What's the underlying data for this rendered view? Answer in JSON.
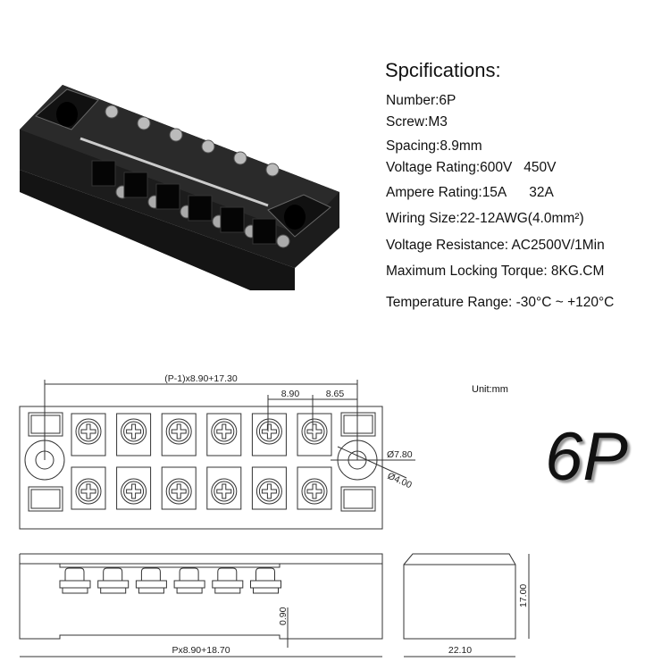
{
  "specifications": {
    "title": "Spcifications:",
    "items": [
      "Number:6P",
      "Screw:M3",
      "Spacing:8.9mm",
      "Voltage Rating:600V   450V",
      "Ampere Rating:15A      32A",
      "Wiring Size:22-12AWG(4.0mm²)",
      "Voltage Resistance: AC2500V/1Min",
      "Maximum Locking Torque: 8KG.CM",
      "Temperature Range: -30°C ~ +120°C"
    ]
  },
  "drawing": {
    "unit": "Unit:mm",
    "model_label": "6P",
    "dims": {
      "overall_hole_span": "(P-1)x8.90+17.30",
      "pitch": "8.90",
      "end_offset": "8.65",
      "outer_diameter": "Ø7.80",
      "hole_diameter": "Ø4.00",
      "length": "Px8.90+18.70",
      "foot_height": "0.90",
      "height": "17.00",
      "width": "22.10"
    },
    "positions": 6
  },
  "colors": {
    "body": "#1a1a1a",
    "line": "#333333"
  }
}
